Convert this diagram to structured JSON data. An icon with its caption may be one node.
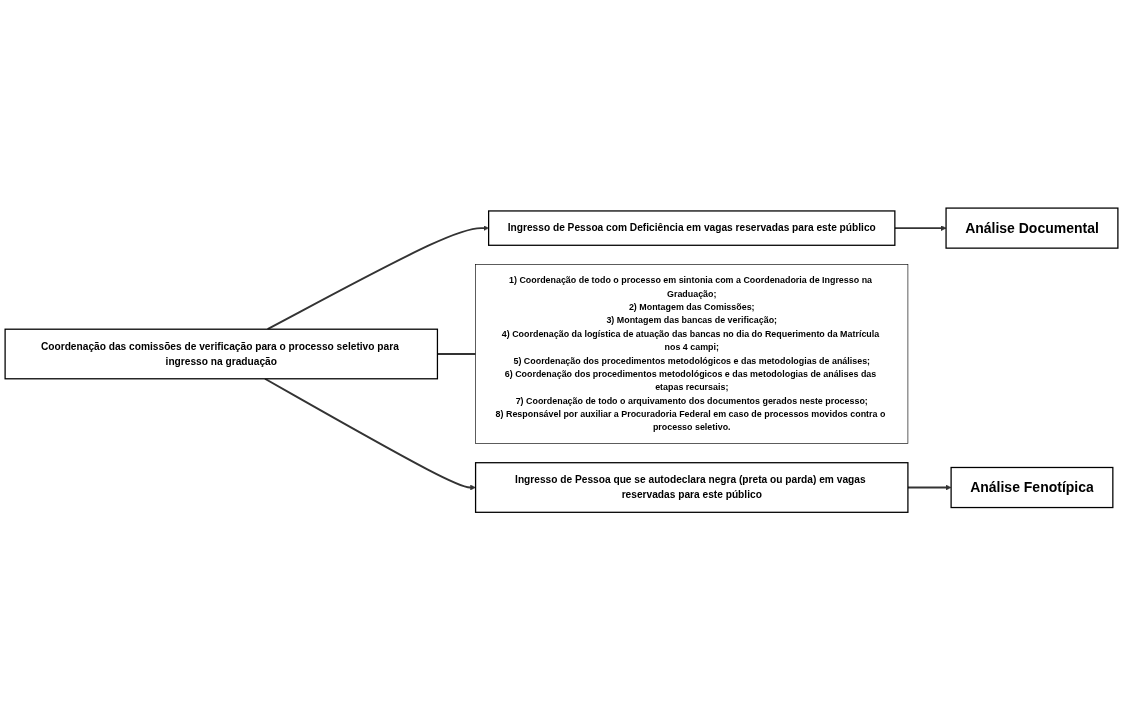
{
  "diagram": {
    "nodes": [
      {
        "text": [
          "Coordenação das comissões de verificação para o processo seletivo para ingresso na graduação"
        ]
      },
      {
        "text": [
          "Ingresso de Pessoa com Deficiência em vagas reservadas para este público"
        ]
      },
      {
        "text": [
          "Análise Documental"
        ]
      },
      {
        "text": [
          "1) Coordenação de todo o processo em sintonia com a Coordenadoria de Ingresso na Graduação;",
          "2) Montagem das Comissões;",
          "3) Montagem das bancas de verificação;",
          "4) Coordenação da logística de atuação das bancas no dia do Requerimento da Matrícula nos 4 campi;",
          "5) Coordenação dos procedimentos metodológicos e das metodologias de análises;",
          "6) Coordenação dos procedimentos metodológicos e das metodologias de análises das etapas recursais;",
          "7) Coordenação de todo o arquivamento dos documentos gerados neste processo;",
          "8) Responsável por auxiliar a Procuradoria Federal em caso de processos movidos contra o processo seletivo."
        ]
      },
      {
        "text": [
          "Ingresso de Pessoa que se autodeclara negra (preta ou parda) em vagas reservadas para este público"
        ]
      },
      {
        "text": [
          "Análise Fenotípica"
        ]
      }
    ],
    "edges": [
      {
        "from": 0,
        "to": 1,
        "arrow": "to"
      },
      {
        "from": 1,
        "to": 2,
        "arrow": "to"
      },
      {
        "from": 0,
        "to": 3,
        "arrow": "none"
      },
      {
        "from": 0,
        "to": 4,
        "arrow": "to"
      },
      {
        "from": 4,
        "to": 5,
        "arrow": "to"
      }
    ]
  }
}
